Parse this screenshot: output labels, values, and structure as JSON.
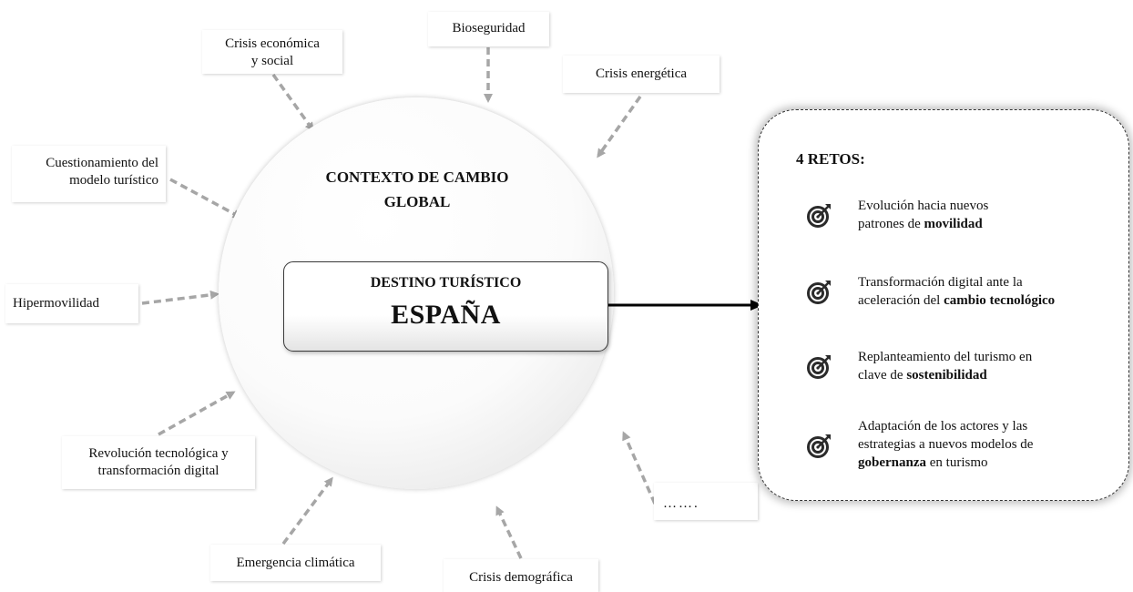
{
  "external_factors": [
    {
      "id": "bioseguridad",
      "lines": [
        "Bioseguridad"
      ]
    },
    {
      "id": "crisis-energetica",
      "lines": [
        "Crisis energética"
      ]
    },
    {
      "id": "crisis-economica",
      "lines": [
        "Crisis económica",
        "y social"
      ]
    },
    {
      "id": "cuestionamiento",
      "lines": [
        "Cuestionamiento del",
        "modelo turístico"
      ]
    },
    {
      "id": "hipermovilidad",
      "lines": [
        "Hipermovilidad"
      ]
    },
    {
      "id": "revolucion",
      "lines": [
        "Revolución tecnológica y",
        "transformación digital"
      ]
    },
    {
      "id": "emergencia",
      "lines": [
        "Emergencia climática"
      ]
    },
    {
      "id": "demografica",
      "lines": [
        "Crisis demográfica"
      ]
    },
    {
      "id": "otros",
      "lines": [
        "……."
      ]
    }
  ],
  "context": {
    "title_lines": [
      "CONTEXTO DE CAMBIO",
      "GLOBAL"
    ]
  },
  "destination": {
    "label": "DESTINO TURÍSTICO",
    "name": "ESPAÑA"
  },
  "challenges": {
    "title": "4 RETOS:",
    "items": [
      {
        "icon": "target-icon",
        "lines": [
          [
            "Evolución hacia nuevos"
          ],
          [
            "patrones de ",
            {
              "bold": "movilidad"
            }
          ]
        ]
      },
      {
        "icon": "target-icon",
        "lines": [
          [
            "Transformación digital ante la"
          ],
          [
            "aceleración del ",
            {
              "bold": "cambio tecnológico"
            }
          ]
        ]
      },
      {
        "icon": "target-icon",
        "lines": [
          [
            "Replanteamiento del turismo en"
          ],
          [
            "clave de ",
            {
              "bold": "sostenibilidad"
            }
          ]
        ]
      },
      {
        "icon": "target-icon",
        "lines": [
          [
            "Adaptación de los actores y las"
          ],
          [
            "estrategias a nuevos modelos de"
          ],
          [
            {
              "bold": "gobernanza"
            },
            " en turismo"
          ]
        ]
      }
    ]
  },
  "colors": {
    "dashed_arrow": "#a6a6a6",
    "solid_arrow": "#000000",
    "icon": "#2b2b2b"
  }
}
